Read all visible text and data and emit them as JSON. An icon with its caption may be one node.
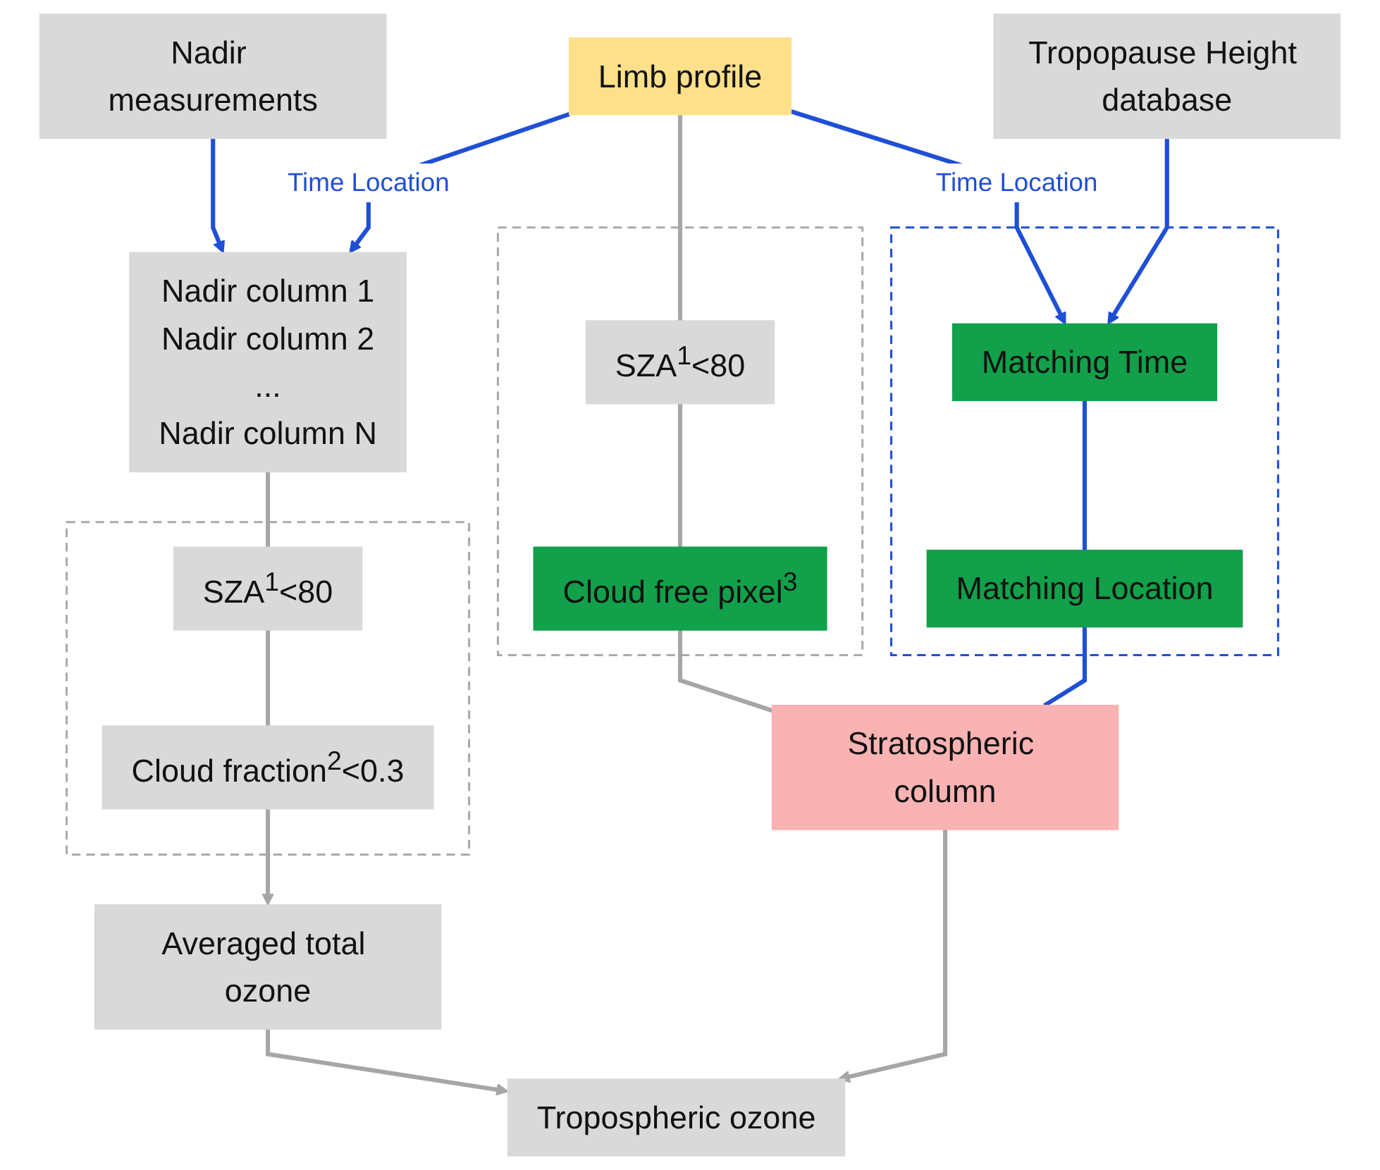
{
  "diagram": {
    "nodes": [
      {
        "text": [
          "Nadir measurements"
        ]
      },
      {
        "text": [
          "Tropopause Height database"
        ]
      },
      {
        "text": [
          "Limb profile"
        ]
      },
      {
        "text": [
          "Nadir column 1",
          "Nadir column 2",
          "...",
          "Nadir column N"
        ]
      },
      {
        "text": [],
        "shape": "box"
      },
      {
        "text": [
          "SZA$^{1}$<80"
        ],
        "in": 4
      },
      {
        "text": [
          "Cloud free pixel$^{3}$"
        ],
        "in": 4
      },
      {
        "text": [],
        "shape": "box"
      },
      {
        "text": [
          "Matching Time"
        ],
        "in": 7
      },
      {
        "text": [
          "Matching Location"
        ],
        "in": 7
      },
      {
        "text": [],
        "shape": "box"
      },
      {
        "text": [
          "SZA$^{1}$<80"
        ],
        "in": 10
      },
      {
        "text": [
          "Cloud fraction$^{2}$<0.3"
        ],
        "in": 10
      },
      {
        "text": [
          "Stratospheric column"
        ]
      },
      {
        "text": [
          "Averaged total ozone"
        ]
      },
      {
        "text": [
          "Tropospheric ozone"
        ]
      }
    ],
    "edges": [
      {
        "from": 0,
        "to": 3,
        "arrow": "to",
        "color": "#1f4fd6"
      },
      {
        "from": 2,
        "to": 3,
        "arrow": "to",
        "label": "Time Location",
        "color": "#1f4fd6"
      },
      {
        "from": 2,
        "to": 8,
        "arrow": "to",
        "label": "Time Location",
        "color": "#1f4fd6"
      },
      {
        "from": 1,
        "to": 8,
        "arrow": "to",
        "color": "#1f4fd6"
      },
      {
        "from": 2,
        "to": 5,
        "arrow": "none"
      },
      {
        "from": 5,
        "to": 6,
        "arrow": "none"
      },
      {
        "from": 8,
        "to": 9,
        "arrow": "none",
        "color": "#1f4fd6"
      },
      {
        "from": 6,
        "to": 13,
        "arrow": "none"
      },
      {
        "from": 9,
        "to": 13,
        "arrow": "none",
        "color": "#1f4fd6"
      },
      {
        "from": 3,
        "to": 11,
        "arrow": "none"
      },
      {
        "from": 11,
        "to": 12,
        "arrow": "none"
      },
      {
        "from": 12,
        "to": 14,
        "arrow": "to"
      },
      {
        "from": 14,
        "to": 15,
        "arrow": "to"
      },
      {
        "from": 13,
        "to": 15,
        "arrow": "to"
      }
    ]
  }
}
